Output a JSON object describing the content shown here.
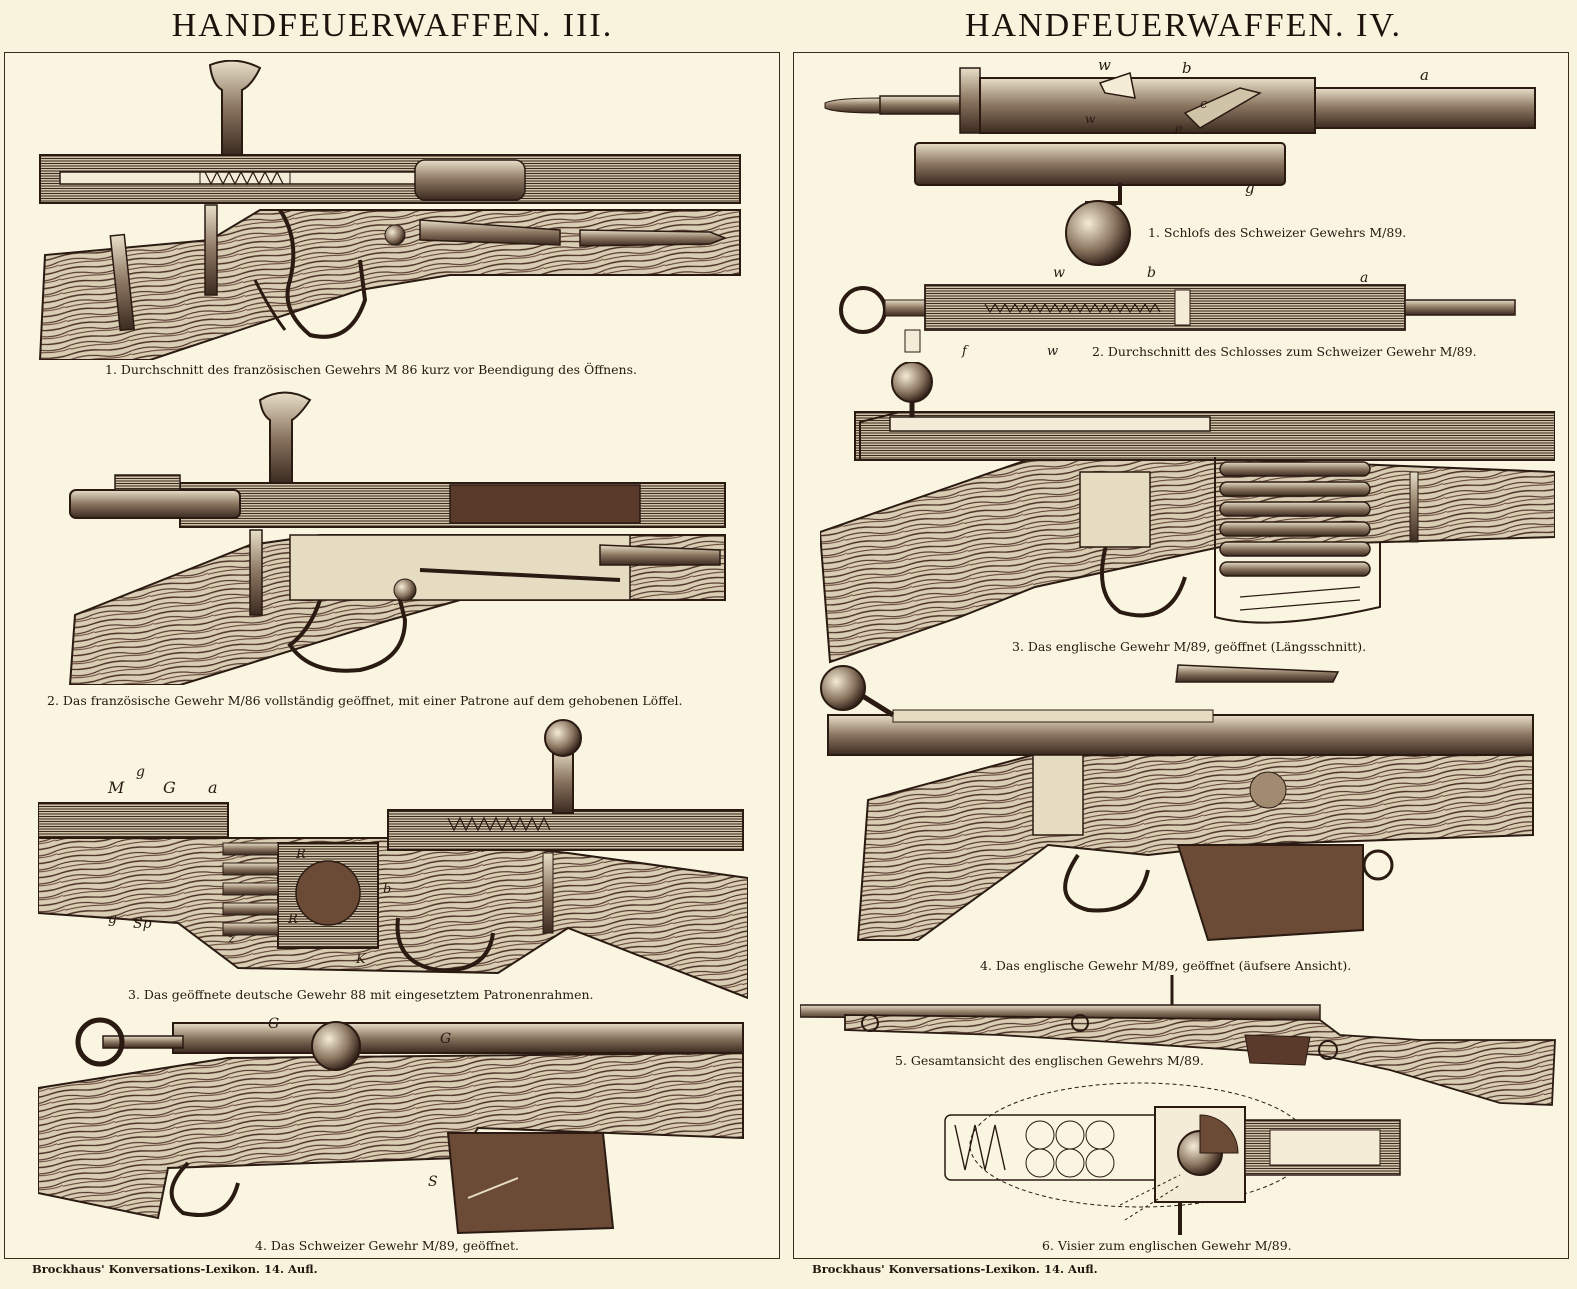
{
  "plates": [
    {
      "title": "HANDFEUERWAFFEN. III.",
      "footer": "Brockhaus' Konversations-Lexikon.  14. Aufl.",
      "figures": [
        {
          "caption": "1. Durchschnitt des französischen Gewehrs M 86 kurz vor Beendigung des Öffnens."
        },
        {
          "caption": "2. Das französische Gewehr M/86 vollständig geöffnet, mit einer Patrone auf dem gehobenen Löffel."
        },
        {
          "caption": "3. Das geöffnete deutsche Gewehr 88 mit eingesetztem Patronenrahmen.",
          "letters": [
            "M",
            "g",
            "G",
            "a",
            "g",
            "Sp",
            "R",
            "R",
            "z",
            "K",
            "b"
          ]
        },
        {
          "caption": "4. Das Schweizer Gewehr M/89, geöffnet.",
          "letters": [
            "G",
            "G",
            "S"
          ]
        }
      ]
    },
    {
      "title": "HANDFEUERWAFFEN. IV.",
      "footer": "Brockhaus' Konversations-Lexikon.  14. Aufl.",
      "figures": [
        {
          "caption": "1. Schlofs des Schweizer Gewehrs M/89.",
          "letters": [
            "w",
            "b",
            "a",
            "c",
            "e",
            "w",
            "g"
          ]
        },
        {
          "caption": "2. Durchschnitt des Schlosses zum Schweizer Gewehr M/89.",
          "letters": [
            "w",
            "b",
            "a",
            "f",
            "w"
          ]
        },
        {
          "caption": "3. Das englische Gewehr M/89, geöffnet (Längsschnitt)."
        },
        {
          "caption": "4. Das englische Gewehr M/89, geöffnet (äufsere Ansicht)."
        },
        {
          "caption": "5. Gesamtansicht des englischen Gewehrs M/89."
        },
        {
          "caption": "6. Visier zum englischen Gewehr M/89."
        }
      ]
    }
  ],
  "colors": {
    "paper": "#f7f3dd",
    "ink": "#2a1a12",
    "wood": "#6b4a36",
    "steel": "#4a3328"
  }
}
